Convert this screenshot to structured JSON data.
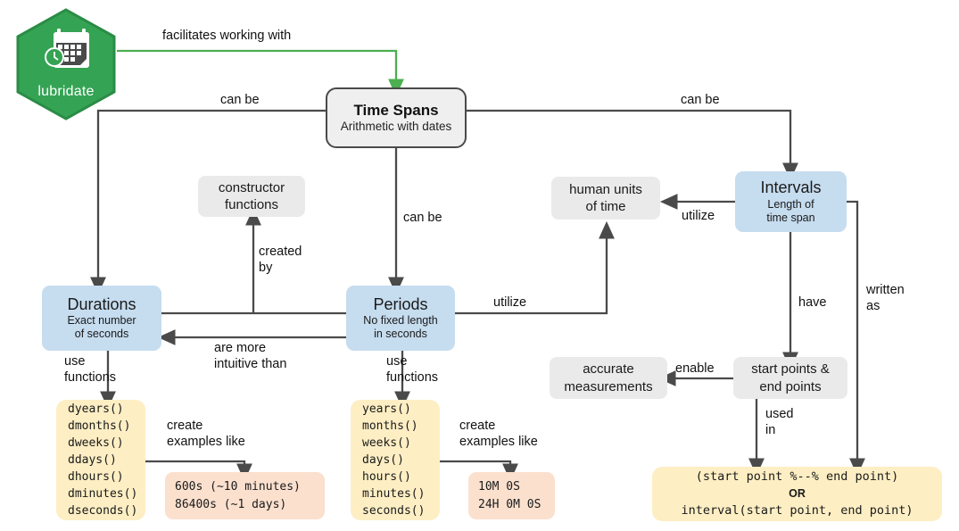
{
  "diagram": {
    "title": "lubridate time spans concept map",
    "colors": {
      "hex_green": "#35a354",
      "hex_green_dark": "#2a8c45",
      "arrow_green": "#4caf50",
      "arrow_grey": "#4a4a4a",
      "node_blue": "#c6dcef",
      "node_grey": "#eaeaea",
      "node_main_fill": "#efefef",
      "node_yellow": "#fdeec4",
      "node_orange": "#fbe0ce"
    }
  },
  "logo": {
    "name": "lubridate",
    "icon": "calendar-clock-icon"
  },
  "nodes": {
    "time_spans": {
      "title": "Time Spans",
      "subtitle": "Arithmetic with dates"
    },
    "durations": {
      "title": "Durations",
      "subtitle": "Exact number\nof seconds"
    },
    "periods": {
      "title": "Periods",
      "subtitle": "No fixed length\nin seconds"
    },
    "intervals": {
      "title": "Intervals",
      "subtitle": "Length of\ntime span"
    },
    "constructor_functions": {
      "title": "constructor\nfunctions"
    },
    "human_units": {
      "title": "human units\nof time"
    },
    "accurate_measurements": {
      "title": "accurate\nmeasurements"
    },
    "start_end_points": {
      "title": "start points &\nend points"
    },
    "duration_functions": {
      "items": [
        "dyears()",
        "dmonths()",
        "dweeks()",
        "ddays()",
        "dhours()",
        "dminutes()",
        "dseconds()"
      ]
    },
    "period_functions": {
      "items": [
        "years()",
        "months()",
        "weeks()",
        "days()",
        "hours()",
        "minutes()",
        "seconds()"
      ]
    },
    "duration_examples": {
      "items": [
        "600s (~10 minutes)",
        "86400s (~1 days)"
      ]
    },
    "period_examples": {
      "items": [
        "10M 0S",
        "24H 0M 0S"
      ]
    },
    "interval_syntax": {
      "line1": "(start point %--% end point)",
      "or": "OR",
      "line2": "interval(start point, end point)"
    }
  },
  "edges": {
    "facilitates": "facilitates working with",
    "can_be_left": "can be",
    "can_be_right": "can be",
    "can_be_down": "can be",
    "created_by": "created\nby",
    "are_more_intuitive": "are more\nintuitive than",
    "use_functions_left": "use\nfunctions",
    "use_functions_right": "use\nfunctions",
    "create_examples_left": "create\nexamples like",
    "create_examples_right": "create\nexamples like",
    "utilize_periods": "utilize",
    "utilize_intervals": "utilize",
    "have": "have",
    "enable": "enable",
    "used_in": "used\nin",
    "written_as": "written\nas"
  }
}
